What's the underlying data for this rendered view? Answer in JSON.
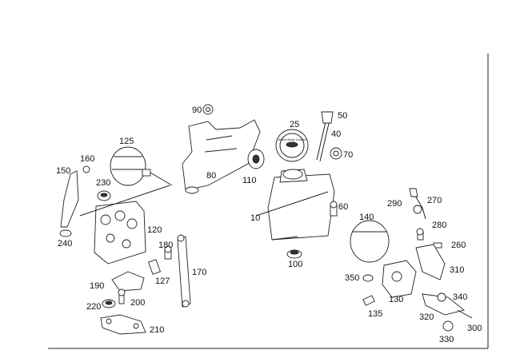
{
  "diagram": {
    "labels": {
      "l10": "10",
      "l25": "25",
      "l40": "40",
      "l50": "50",
      "l60": "60",
      "l70": "70",
      "l80": "80",
      "l90": "90",
      "l100": "100",
      "l110": "110",
      "l120": "120",
      "l125": "125",
      "l127": "127",
      "l130": "130",
      "l135": "135",
      "l140": "140",
      "l150": "150",
      "l160": "160",
      "l170": "170",
      "l180": "180",
      "l190": "190",
      "l200": "200",
      "l210": "210",
      "l220": "220",
      "l230": "230",
      "l240": "240",
      "l260": "260",
      "l270": "270",
      "l280": "280",
      "l290": "290",
      "l300": "300",
      "l310": "310",
      "l320": "320",
      "l330": "330",
      "l340": "340",
      "l350": "350"
    },
    "stamp_text": "Active Body Control"
  }
}
